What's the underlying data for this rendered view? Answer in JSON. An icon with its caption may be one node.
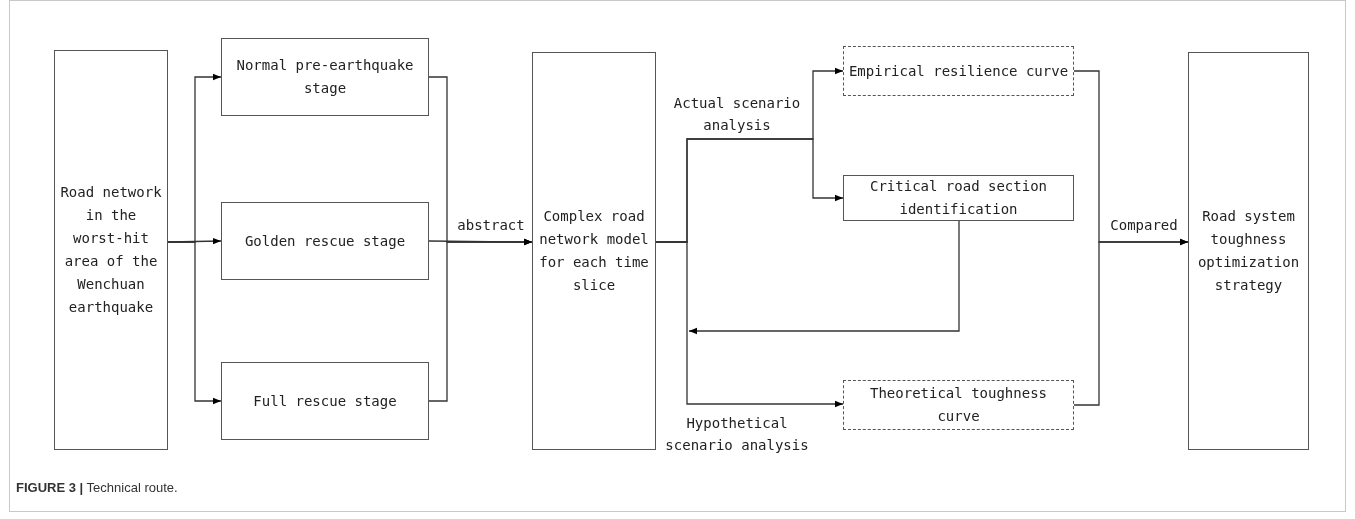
{
  "diagram": {
    "caption": "**FIGURE 3 |** Technical route.",
    "nodes": [
      {
        "text": [
          "Road network in the worst-hit area of the Wenchuan earthquake"
        ]
      },
      {
        "text": [
          "Normal pre-earthquake stage"
        ]
      },
      {
        "text": [
          "Golden rescue stage"
        ]
      },
      {
        "text": [
          "Full rescue stage"
        ]
      },
      {
        "text": [
          "Complex road network model for each time slice"
        ]
      },
      {
        "text": [
          "Empirical resilience curve"
        ]
      },
      {
        "text": [
          "Critical road section identification"
        ]
      },
      {
        "text": [
          "Theoretical toughness curve"
        ]
      },
      {
        "text": [
          "Road system toughness optimization strategy"
        ]
      }
    ],
    "edges": [
      {
        "from": 0,
        "to": 1,
        "arrow": "to"
      },
      {
        "from": 0,
        "to": 2,
        "arrow": "to"
      },
      {
        "from": 0,
        "to": 3,
        "arrow": "to"
      },
      {
        "from": 1,
        "to": 4,
        "arrow": "to"
      },
      {
        "from": 2,
        "to": 4,
        "arrow": "to",
        "label": "abstract"
      },
      {
        "from": 3,
        "to": 4,
        "arrow": "to"
      },
      {
        "from": 4,
        "to": 5,
        "arrow": "to",
        "label": "Actual scenario analysis"
      },
      {
        "from": 4,
        "to": 6,
        "arrow": "to"
      },
      {
        "from": 4,
        "to": 7,
        "arrow": "to",
        "label": "Hypothetical scenario analysis"
      },
      {
        "from": 6,
        "to": 4,
        "arrow": "to"
      },
      {
        "from": 5,
        "to": 8,
        "arrow": "to",
        "label": "Compared"
      },
      {
        "from": 7,
        "to": 8,
        "arrow": "to"
      }
    ]
  }
}
